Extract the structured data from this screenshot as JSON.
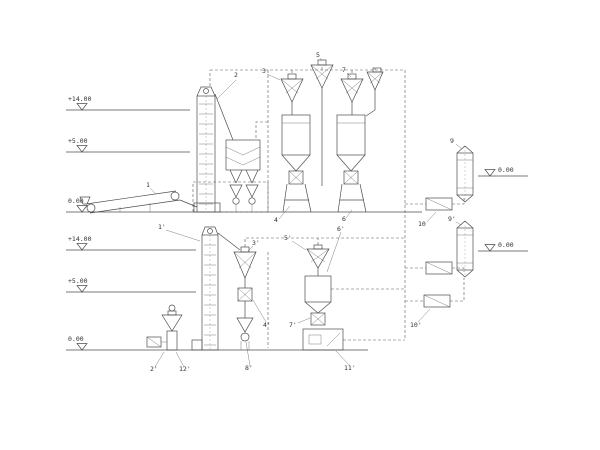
{
  "diagram": {
    "kind": "process-flow-diagram",
    "background": "#ffffff",
    "line_color": "#4d4d4d",
    "elevations": {
      "top_left": [
        "+14.00",
        "+5.00",
        "0.00"
      ],
      "bottom_left": [
        "+14.00",
        "+5.00",
        "0.00"
      ],
      "right": [
        "0.00",
        "0.00"
      ]
    },
    "labels": {
      "conveyor": "1",
      "elevator": "2",
      "cyclone_a": "3",
      "mill_a": "4",
      "cyclone_b": "5",
      "mill_b": "6",
      "cyclone_c": "7",
      "filter_top": "9",
      "filter_bottom": "9'",
      "fan_top": "10",
      "fan_bottom": "10'",
      "elevator_2": "1'",
      "cleaner": "2'",
      "cyclone_d": "3'",
      "scale": "4'",
      "cyclone_e": "5'",
      "bin": "6'",
      "mixer": "7'",
      "feeder": "8'",
      "packer": "11'",
      "magnet": "12'"
    }
  }
}
